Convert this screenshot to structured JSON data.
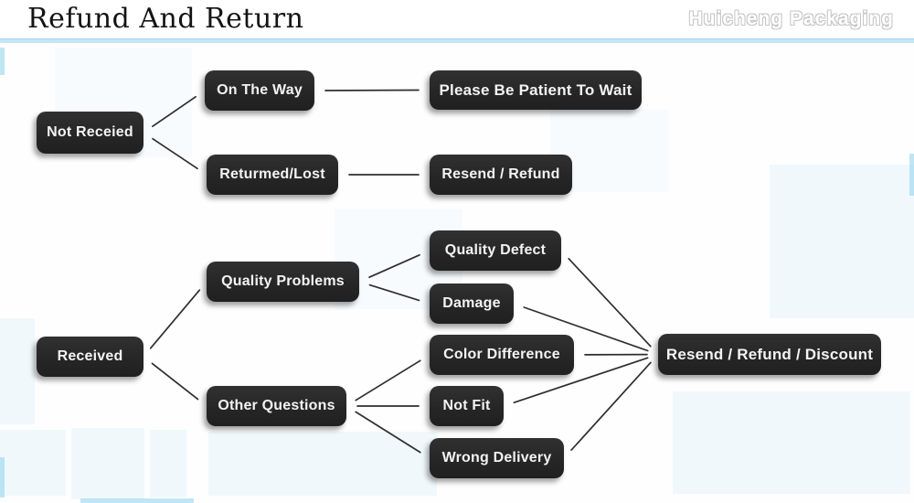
{
  "header": {
    "title": "Refund And Return",
    "brand": "Huicheng Packaging"
  },
  "flowchart": {
    "nodes": {
      "not_received": {
        "label": "Not Receied"
      },
      "on_the_way": {
        "label": "On The Way"
      },
      "please_wait": {
        "label": "Please Be Patient To Wait"
      },
      "returned_lost": {
        "label": "Returmed/Lost"
      },
      "resend_refund": {
        "label": "Resend / Refund"
      },
      "received": {
        "label": "Received"
      },
      "quality_problems": {
        "label": "Quality Problems"
      },
      "quality_defect": {
        "label": "Quality Defect"
      },
      "damage": {
        "label": "Damage"
      },
      "other_questions": {
        "label": "Other Questions"
      },
      "color_difference": {
        "label": "Color Difference"
      },
      "not_fit": {
        "label": "Not Fit"
      },
      "wrong_delivery": {
        "label": "Wrong Delivery"
      },
      "resend_refund_discount": {
        "label": "Resend / Refund / Discount"
      }
    },
    "edges": [
      {
        "from": "not_received",
        "to": "on_the_way"
      },
      {
        "from": "not_received",
        "to": "returned_lost"
      },
      {
        "from": "on_the_way",
        "to": "please_wait"
      },
      {
        "from": "returned_lost",
        "to": "resend_refund"
      },
      {
        "from": "received",
        "to": "quality_problems"
      },
      {
        "from": "received",
        "to": "other_questions"
      },
      {
        "from": "quality_problems",
        "to": "quality_defect"
      },
      {
        "from": "quality_problems",
        "to": "damage"
      },
      {
        "from": "other_questions",
        "to": "color_difference"
      },
      {
        "from": "other_questions",
        "to": "not_fit"
      },
      {
        "from": "other_questions",
        "to": "wrong_delivery"
      },
      {
        "from": "quality_defect",
        "to": "resend_refund_discount"
      },
      {
        "from": "damage",
        "to": "resend_refund_discount"
      },
      {
        "from": "color_difference",
        "to": "resend_refund_discount"
      },
      {
        "from": "not_fit",
        "to": "resend_refund_discount"
      },
      {
        "from": "wrong_delivery",
        "to": "resend_refund_discount"
      }
    ]
  },
  "colors": {
    "node_background": "#262626",
    "node_text": "#f3f3f3",
    "connector": "#2f2f2f",
    "header_divider": "#c3e6f4",
    "brand_outline": "#c6c6c6",
    "title_text": "#141414"
  }
}
